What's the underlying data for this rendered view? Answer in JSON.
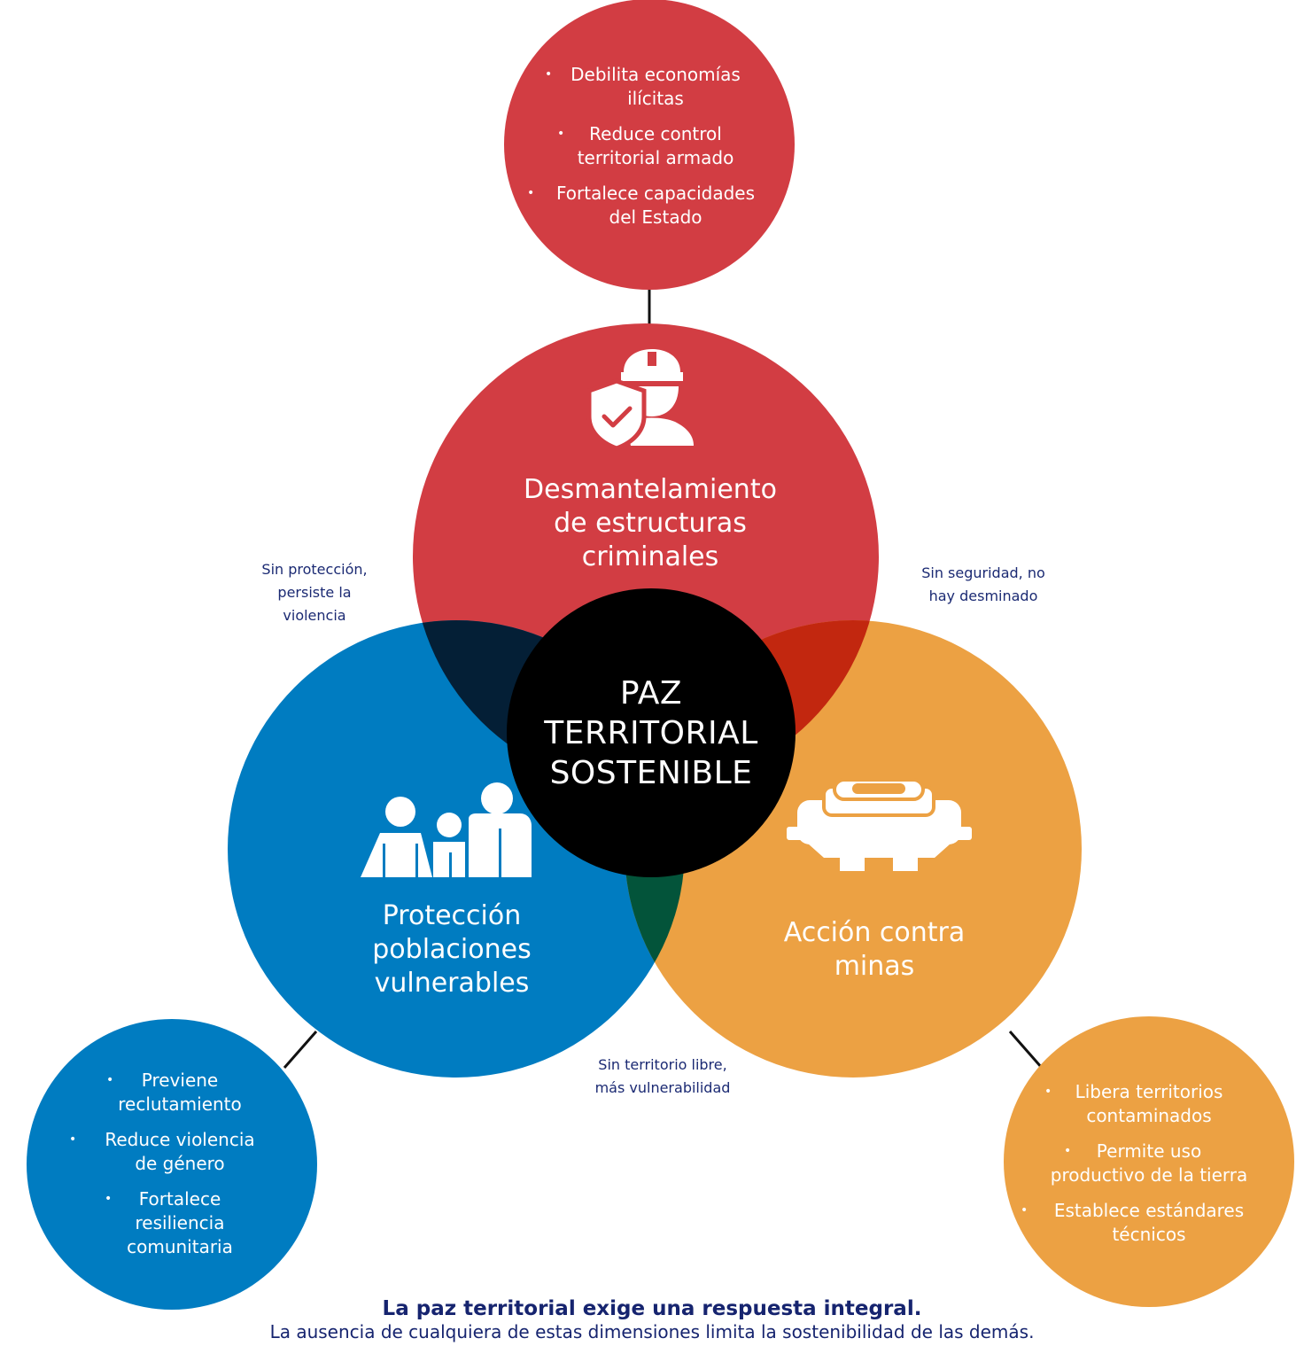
{
  "colors": {
    "red": "#d23d43",
    "blue": "#007cc1",
    "orange": "#eca143",
    "center": "#000000",
    "note_text": "#1b2a73",
    "footer_text": "#16246f"
  },
  "center": {
    "lines": [
      "PAZ",
      "TERRITORIAL",
      "SOSTENIBLE"
    ]
  },
  "dimensions": {
    "top": {
      "label_lines": [
        "Desmantelamiento",
        "de estructuras",
        "criminales"
      ],
      "icon": "worker-shield-icon",
      "bullets": [
        [
          "Debilita economías",
          "ilícitas"
        ],
        [
          "Reduce control",
          "territorial armado"
        ],
        [
          "Fortalece capacidades",
          "del Estado"
        ]
      ]
    },
    "left": {
      "label_lines": [
        "Protección",
        "poblaciones",
        "vulnerables"
      ],
      "icon": "family-icon",
      "bullets": [
        [
          "Previene",
          "reclutamiento"
        ],
        [
          "Reduce violencia",
          "de género"
        ],
        [
          "Fortalece",
          "resiliencia",
          "comunitaria"
        ]
      ]
    },
    "right": {
      "label_lines": [
        "Acción contra",
        "minas"
      ],
      "icon": "landmine-icon",
      "bullets": [
        [
          "Libera territorios",
          "contaminados"
        ],
        [
          "Permite uso",
          "productivo de la tierra"
        ],
        [
          "Establece estándares",
          "técnicos"
        ]
      ]
    }
  },
  "links": {
    "top_left": [
      "Sin protección,",
      "persiste la",
      "violencia"
    ],
    "top_right": [
      "Sin seguridad, no",
      "hay desminado"
    ],
    "bottom": [
      "Sin territorio libre,",
      "más vulnerabilidad"
    ]
  },
  "footer": {
    "title": "La paz territorial exige una respuesta integral.",
    "subtitle": "La ausencia de cualquiera de estas dimensiones limita la sostenibilidad de las demás."
  }
}
